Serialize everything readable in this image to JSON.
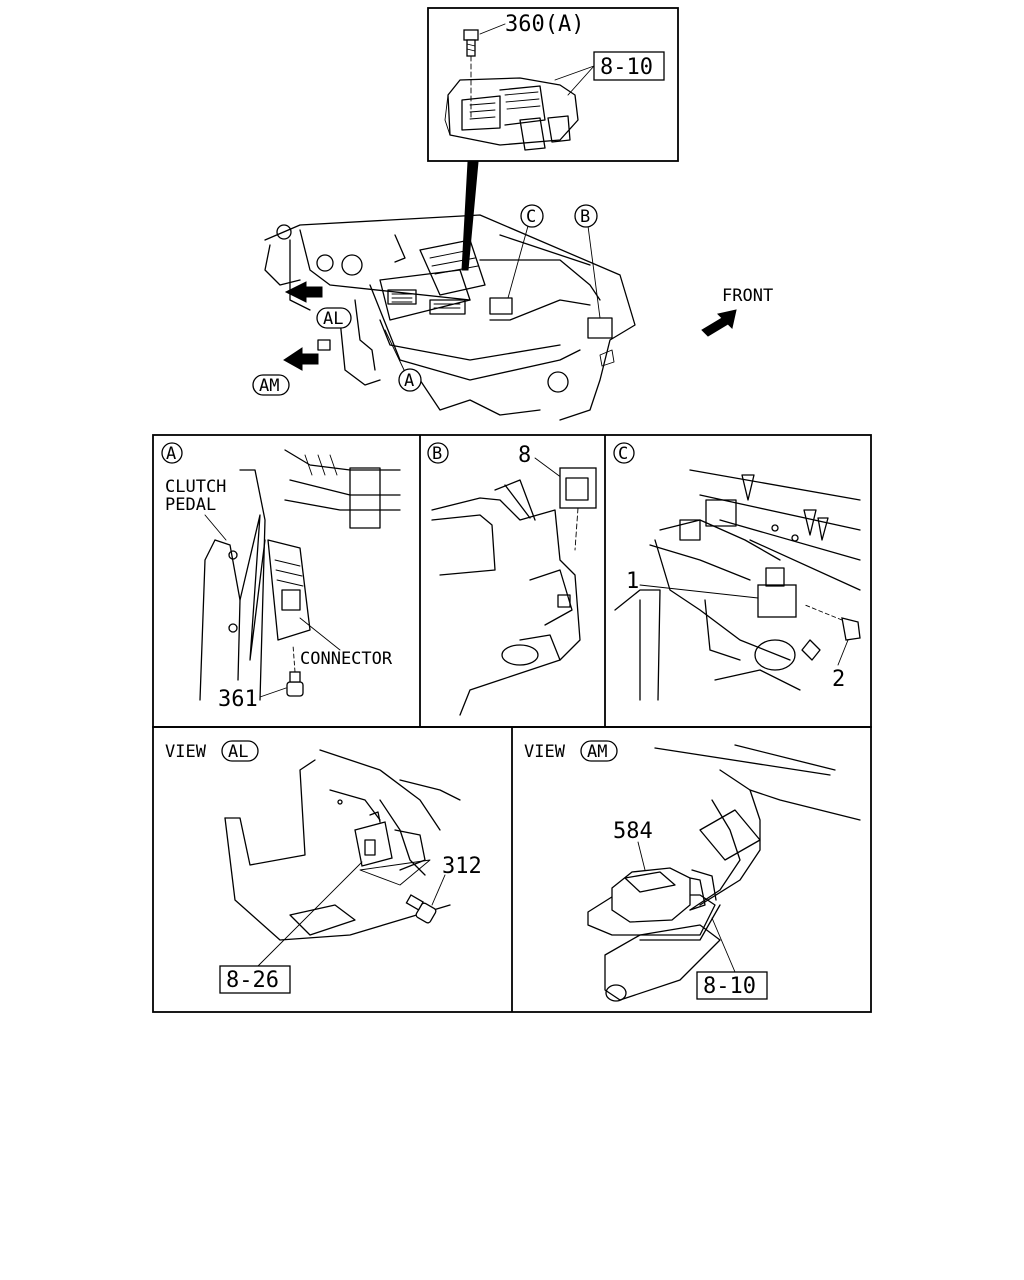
{
  "top_inset": {
    "bolt_ref": "360(A)",
    "connector_ref": "8-10"
  },
  "overview": {
    "front_label": "FRONT",
    "callout_a": "A",
    "callout_b": "B",
    "callout_c": "C",
    "view_al": "AL",
    "view_am": "AM"
  },
  "panel_a": {
    "letter": "A",
    "clutch_line1": "CLUTCH",
    "clutch_line2": "PEDAL",
    "connector": "CONNECTOR",
    "part": "361"
  },
  "panel_b": {
    "letter": "B",
    "part": "8"
  },
  "panel_c": {
    "letter": "C",
    "part_1": "1",
    "part_2": "2"
  },
  "panel_al": {
    "view_word": "VIEW",
    "view_letter": "AL",
    "part": "312",
    "ref": "8-26"
  },
  "panel_am": {
    "view_word": "VIEW",
    "view_letter": "AM",
    "part": "584",
    "ref": "8-10"
  }
}
